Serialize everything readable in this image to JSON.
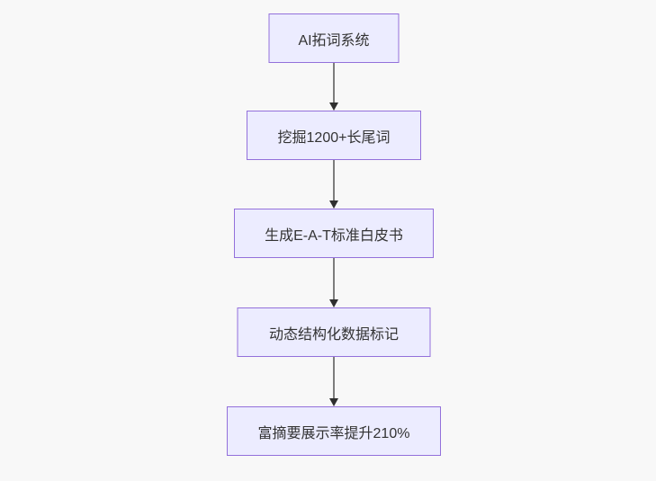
{
  "diagram": {
    "type": "flowchart",
    "direction": "top-down",
    "nodes": [
      {
        "id": "n1",
        "label": "AI拓词系统"
      },
      {
        "id": "n2",
        "label": "挖掘1200+长尾词"
      },
      {
        "id": "n3",
        "label": "生成E-A-T标准白皮书"
      },
      {
        "id": "n4",
        "label": "动态结构化数据标记"
      },
      {
        "id": "n5",
        "label": "富摘要展示率提升210%"
      }
    ],
    "edges": [
      {
        "from": "n1",
        "to": "n2",
        "style": "solid-arrow-down"
      },
      {
        "from": "n2",
        "to": "n3",
        "style": "solid-arrow-down"
      },
      {
        "from": "n3",
        "to": "n4",
        "style": "solid-arrow-down"
      },
      {
        "from": "n4",
        "to": "n5",
        "style": "solid-arrow-down"
      }
    ],
    "colors": {
      "node_fill": "#ECECFF",
      "node_border": "#9370DB",
      "edge_line": "#7d7d7d",
      "arrowhead": "#2f2f2f",
      "text": "#333333",
      "background": "#f8f8f8"
    }
  }
}
